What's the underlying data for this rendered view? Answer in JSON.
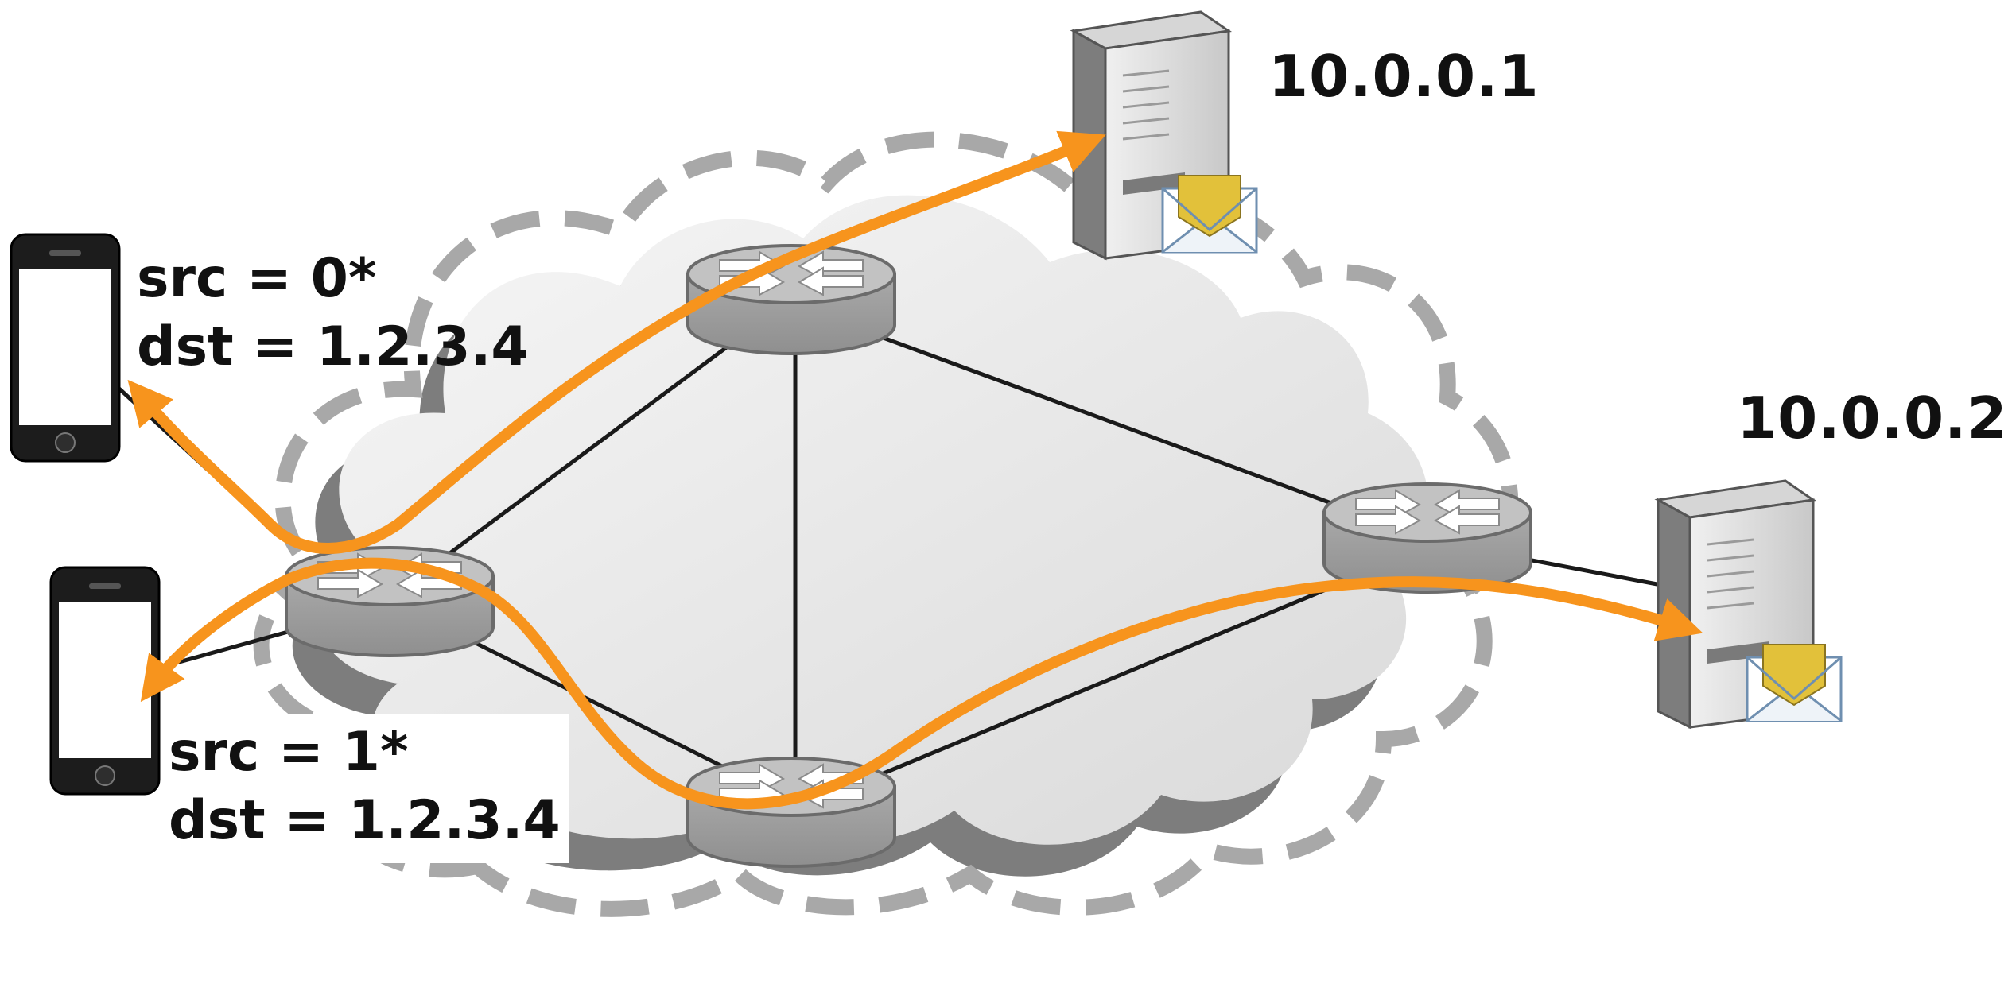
{
  "servers": [
    {
      "id": "server-1",
      "ip": "10.0.0.1"
    },
    {
      "id": "server-2",
      "ip": "10.0.0.2"
    }
  ],
  "clients": [
    {
      "id": "phone-top",
      "rule": {
        "src": "src = 0*",
        "dst": "dst = 1.2.3.4"
      }
    },
    {
      "id": "phone-bottom",
      "rule": {
        "src": "src = 1*",
        "dst": "dst = 1.2.3.4"
      }
    }
  ],
  "colors": {
    "flow_arrow": "#f7941d",
    "link": "#1a1a1a",
    "cloud_fill": "#e9e9e9",
    "cloud_dash": "#a8a8a8",
    "router_body": "#b3b3b3",
    "envelope_flap": "#e2c13a"
  },
  "icons": [
    "cloud-icon",
    "router-icon",
    "server-icon",
    "smartphone-icon",
    "envelope-icon"
  ]
}
